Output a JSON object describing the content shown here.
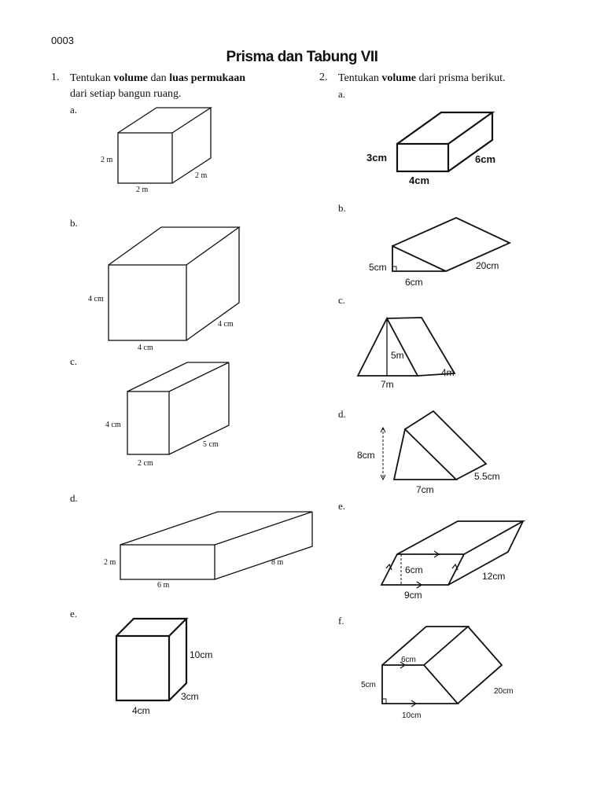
{
  "header": {
    "code": "0003",
    "title": "Prisma dan Tabung VII"
  },
  "q1": {
    "number": "1.",
    "text_1": "Tentukan",
    "bold_1": "volume",
    "text_2": "dan",
    "bold_2": "luas permukaan",
    "line2": "dari setiap bangun ruang.",
    "items": [
      {
        "letter": "a.",
        "labels": [
          "2 m",
          "2 m",
          "2 m"
        ]
      },
      {
        "letter": "b.",
        "labels": [
          "4 cm",
          "4 cm",
          "4 cm"
        ]
      },
      {
        "letter": "c.",
        "labels": [
          "4 cm",
          "5 cm",
          "2 cm"
        ]
      },
      {
        "letter": "d.",
        "labels": [
          "2 m",
          "8 m",
          "6 m"
        ]
      },
      {
        "letter": "e.",
        "labels": [
          "10cm",
          "3cm",
          "4cm"
        ]
      }
    ]
  },
  "q2": {
    "number": "2.",
    "text_1": "Tentukan",
    "bold_1": "volume",
    "text_2": "dari prisma berikut.",
    "items": [
      {
        "letter": "a.",
        "labels": [
          "3cm",
          "6cm",
          "4cm"
        ]
      },
      {
        "letter": "b.",
        "labels": [
          "5cm",
          "20cm",
          "6cm"
        ]
      },
      {
        "letter": "c.",
        "labels": [
          "5m",
          "4m",
          "7m"
        ]
      },
      {
        "letter": "d.",
        "labels": [
          "8cm",
          "5.5cm",
          "7cm"
        ]
      },
      {
        "letter": "e.",
        "labels": [
          "6cm",
          "12cm",
          "9cm"
        ]
      },
      {
        "letter": "f.",
        "labels": [
          "6cm",
          "5cm",
          "20cm",
          "10cm"
        ]
      }
    ]
  }
}
